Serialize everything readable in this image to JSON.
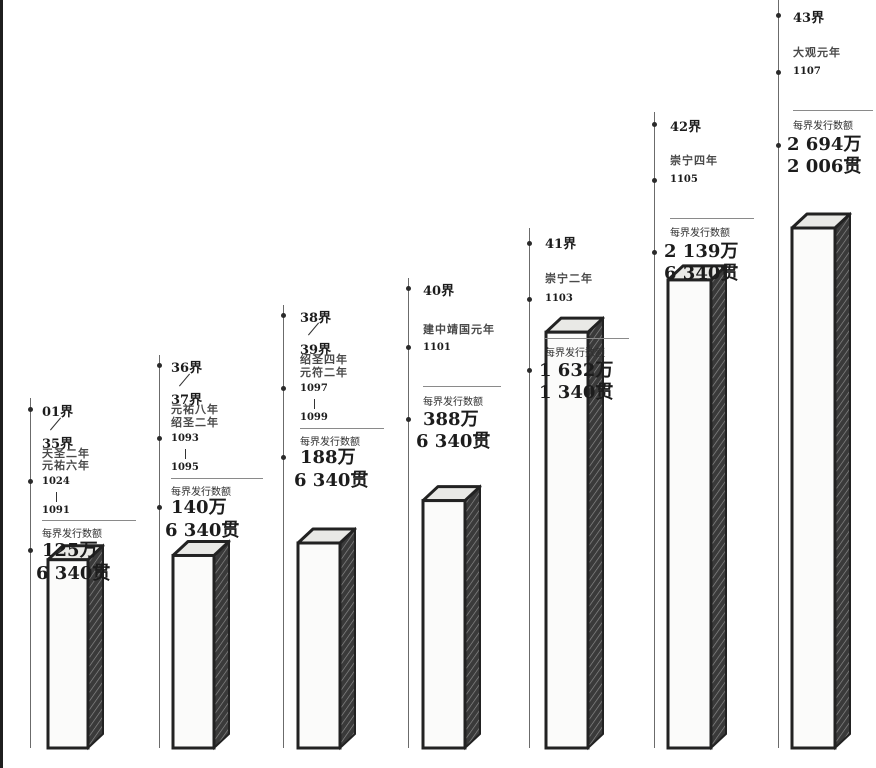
{
  "columns": [
    {
      "phase_start": "01界",
      "phase_end": "35界",
      "era_end_1": "天圣二年",
      "era_end_2": "元祐六年",
      "year_start": "1024",
      "year_end": "1091",
      "amount_label": "每界发行数额",
      "amount_line1": "125万",
      "amount_line2": "6 340贯"
    },
    {
      "phase_start": "36界",
      "phase_end": "37界",
      "era_end_1": "元祐八年",
      "era_end_2": "绍圣二年",
      "year_start": "1093",
      "year_end": "1095",
      "amount_label": "每界发行数额",
      "amount_line1": "140万",
      "amount_line2": "6 340贯"
    },
    {
      "phase_start": "38界",
      "phase_end": "39界",
      "era_end_1": "绍圣四年",
      "era_end_2": "元符二年",
      "year_start": "1097",
      "year_end": "1099",
      "amount_label": "每界发行数额",
      "amount_line1": "188万",
      "amount_line2": "6 340贯"
    },
    {
      "phase": "40界",
      "era": "建中靖国元年",
      "year": "1101",
      "amount_label": "每界发行数额",
      "amount_line1": "388万",
      "amount_line2": "6 340贯"
    },
    {
      "phase": "41界",
      "era": "崇宁二年",
      "year": "1103",
      "amount_label": "每界发行数额",
      "amount_line1": "1 632万",
      "amount_line2": "1 340贯"
    },
    {
      "phase": "42界",
      "era": "崇宁四年",
      "year": "1105",
      "amount_label": "每界发行数额",
      "amount_line1": "2 139万",
      "amount_line2": "6 340贯"
    },
    {
      "phase": "43界",
      "era": "大观元年",
      "year": "1107",
      "amount_label": "每界发行数额",
      "amount_line1": "2 694万",
      "amount_line2": "2 006贯"
    }
  ],
  "chart_data": {
    "type": "bar",
    "categories": [
      "01界–35界",
      "36界–37界",
      "38界–39界",
      "40界",
      "41界",
      "42界",
      "43界"
    ],
    "values": [
      1256340,
      1406340,
      1886340,
      3886340,
      16321340,
      21396340,
      26942006
    ],
    "unit": "贯",
    "title": "",
    "xlabel": "",
    "ylabel": "",
    "colors": {
      "bar_front": "#fbfbfa",
      "bar_side": "#3a3a3a",
      "bar_top": "#e9e9e6",
      "outline": "#222222"
    }
  }
}
